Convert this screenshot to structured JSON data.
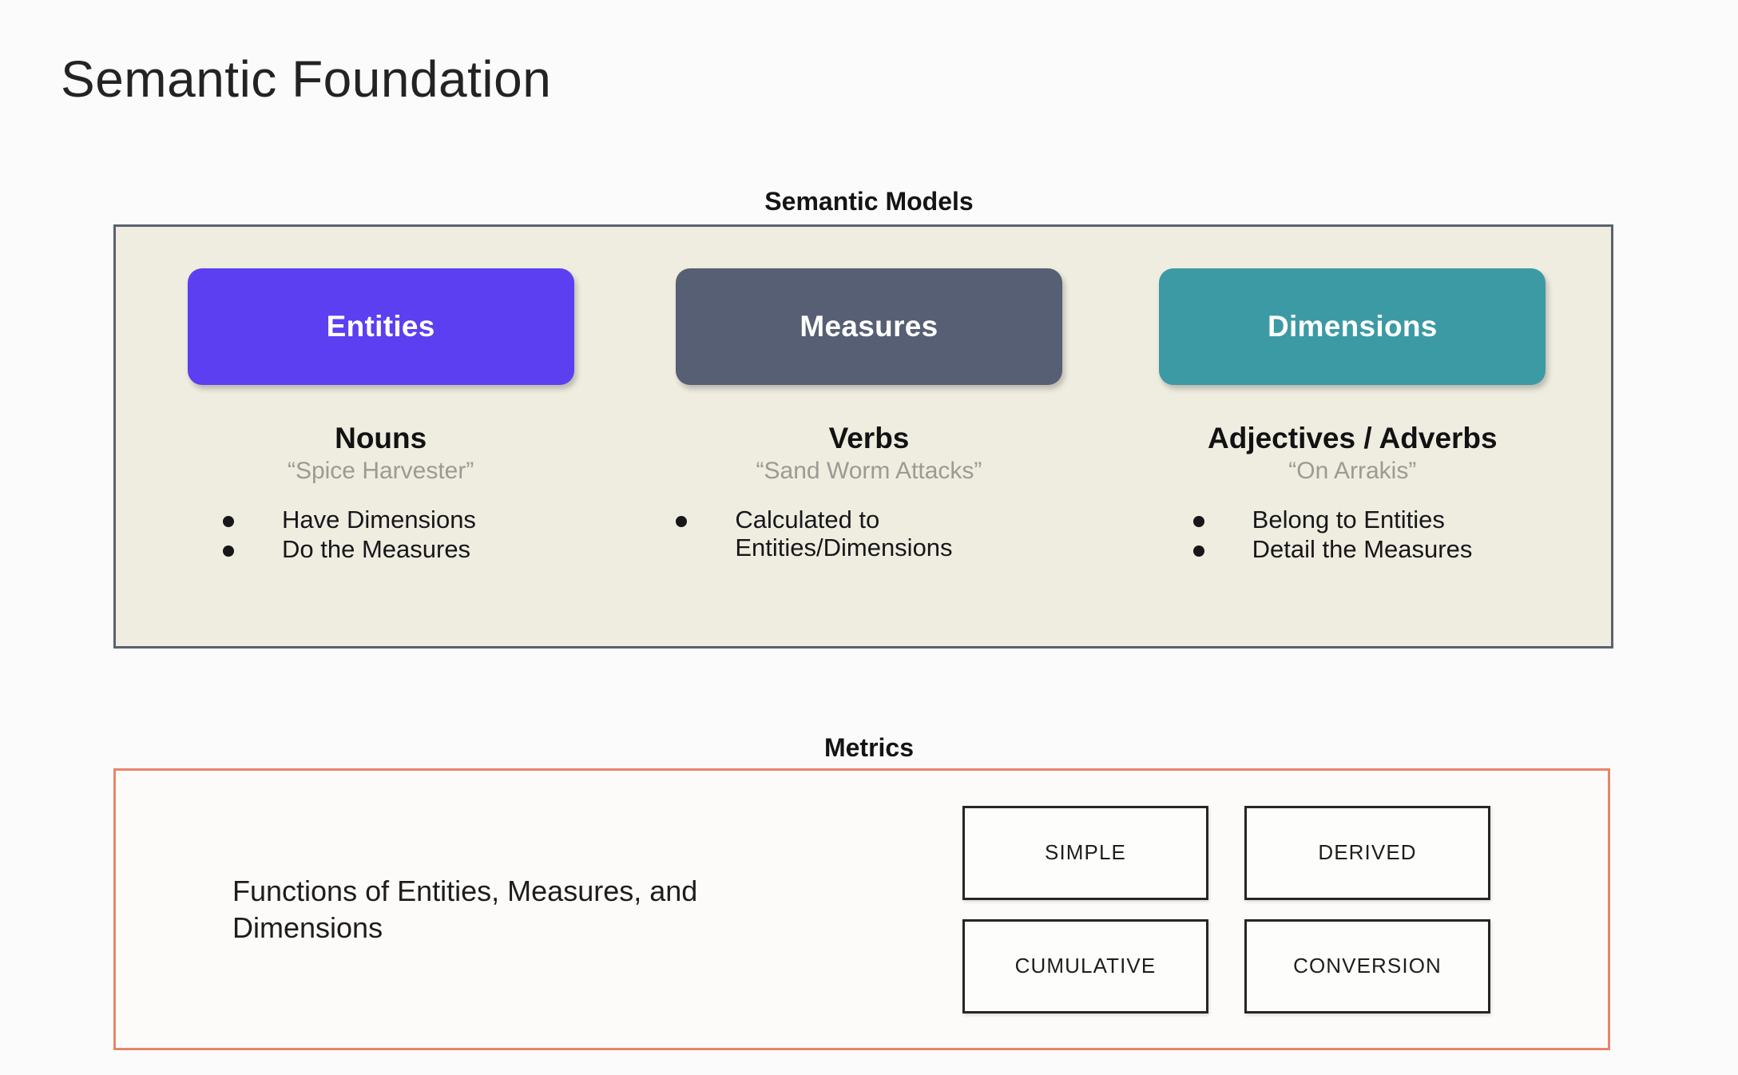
{
  "slide": {
    "title": "Semantic Foundation"
  },
  "semantic_models": {
    "caption": "Semantic Models",
    "panel_bg": "#efece0",
    "panel_border": "#5b6170",
    "columns": [
      {
        "card_label": "Entities",
        "card_color": "#5b3ff0",
        "part_of_speech": "Nouns",
        "example": "“Spice Harvester”",
        "bullets": [
          "Have Dimensions",
          "Do the Measures"
        ]
      },
      {
        "card_label": "Measures",
        "card_color": "#565f73",
        "part_of_speech": "Verbs",
        "example": "“Sand Worm Attacks”",
        "bullets": [
          "Calculated to Entities/Dimensions"
        ]
      },
      {
        "card_label": "Dimensions",
        "card_color": "#3c9aa4",
        "part_of_speech": "Adjectives / Adverbs",
        "example": "“On Arrakis”",
        "bullets": [
          "Belong to Entities",
          "Detail the Measures"
        ]
      }
    ]
  },
  "metrics": {
    "caption": "Metrics",
    "panel_border": "#e8856a",
    "description": "Functions of Entities, Measures, and Dimensions",
    "types": [
      "SIMPLE",
      "DERIVED",
      "CUMULATIVE",
      "CONVERSION"
    ]
  }
}
